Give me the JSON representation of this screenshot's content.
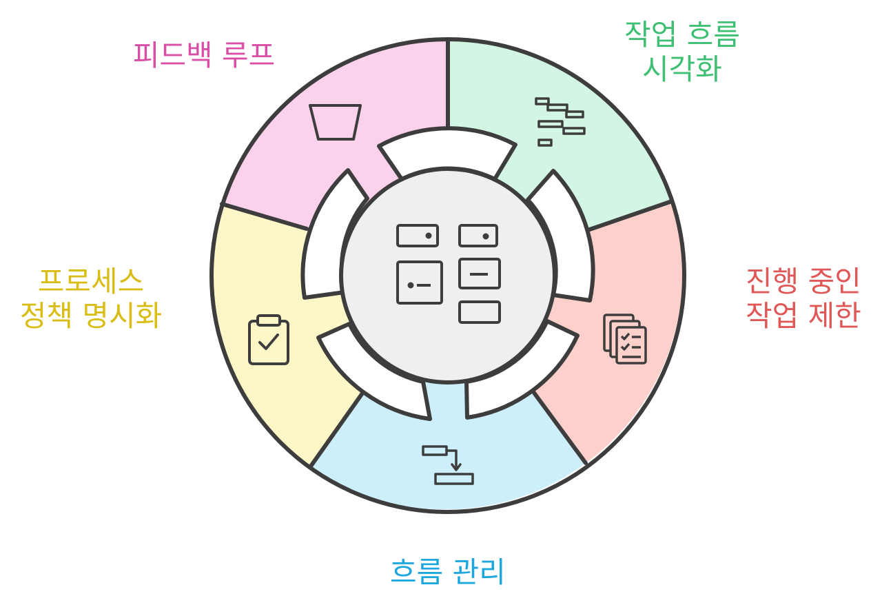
{
  "segments": [
    {
      "id": "feedback",
      "lines": [
        "피드백 루프"
      ],
      "color": "#d94fa6",
      "fill": "#fbd1ec",
      "icon": "funnel-icon"
    },
    {
      "id": "visualize",
      "lines": [
        "작업 흐름",
        "시각화"
      ],
      "color": "#3fbf73",
      "fill": "#d3f5e3",
      "icon": "gantt-icon"
    },
    {
      "id": "wip",
      "lines": [
        "진행 중인",
        "작업 제한"
      ],
      "color": "#e05757",
      "fill": "#fdd0cc",
      "icon": "stacked-docs-icon"
    },
    {
      "id": "flow",
      "lines": [
        "흐름 관리"
      ],
      "color": "#1ea6de",
      "fill": "#cdeffc",
      "icon": "flow-arrow-icon"
    },
    {
      "id": "policy",
      "lines": [
        "프로세스",
        "정책 명시화"
      ],
      "color": "#d9bd14",
      "fill": "#fdf7c8",
      "icon": "clipboard-check-icon"
    }
  ],
  "center": {
    "icon": "kanban-board-icon",
    "fill": "#efefef"
  }
}
